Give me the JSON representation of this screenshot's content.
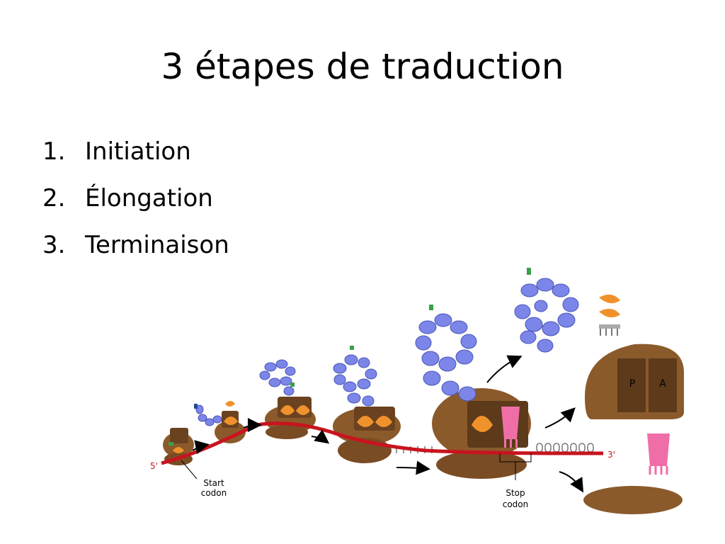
{
  "slide": {
    "title": "3 étapes de traduction",
    "steps": [
      {
        "number": "1.",
        "label": "Initiation"
      },
      {
        "number": "2.",
        "label": "Élongation"
      },
      {
        "number": "3.",
        "label": "Terminaison"
      }
    ]
  },
  "diagram": {
    "five_prime": "5'",
    "three_prime": "3'",
    "start_codon_line1": "Start",
    "start_codon_line2": "codon",
    "stop_codon_line1": "Stop",
    "stop_codon_line2": "codon",
    "site_p": "P",
    "site_a": "A",
    "colors": {
      "ribosome": "#8b5a2b",
      "ribosome_dark": "#5c3a1a",
      "mrna": "#c8141e",
      "trna": "#f0922c",
      "peptide": "#7b86e8",
      "release_factor": "#f06ea8"
    }
  }
}
